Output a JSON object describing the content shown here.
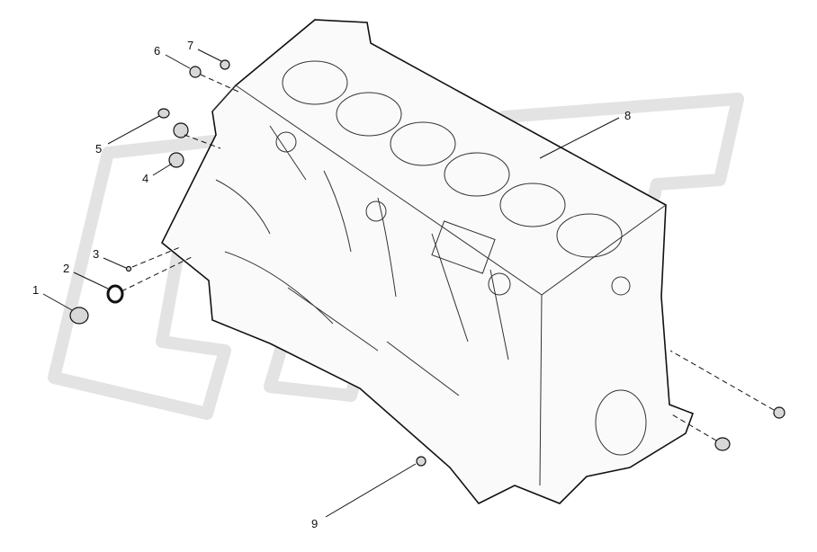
{
  "diagram": {
    "callouts": [
      {
        "id": "1",
        "label": "1"
      },
      {
        "id": "2",
        "label": "2"
      },
      {
        "id": "3",
        "label": "3"
      },
      {
        "id": "4",
        "label": "4"
      },
      {
        "id": "5",
        "label": "5"
      },
      {
        "id": "6",
        "label": "6"
      },
      {
        "id": "7",
        "label": "7"
      },
      {
        "id": "8",
        "label": "8"
      },
      {
        "id": "9",
        "label": "9"
      }
    ],
    "watermark": "CAT",
    "colors": {
      "line": "#111111",
      "watermark": "#e3e3e3"
    }
  }
}
